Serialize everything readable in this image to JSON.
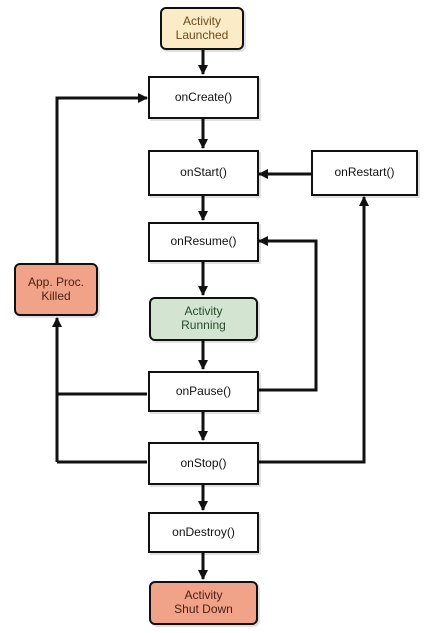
{
  "nodes": {
    "activity_launched": "Activity\nLaunched",
    "on_create": "onCreate()",
    "on_start": "onStart()",
    "on_restart": "onRestart()",
    "on_resume": "onResume()",
    "app_proc_killed": "App. Proc.\nKilled",
    "activity_running": "Activity\nRunning",
    "on_pause": "onPause()",
    "on_stop": "onStop()",
    "on_destroy": "onDestroy()",
    "activity_shut_down": "Activity\nShut Down"
  },
  "colors": {
    "launched_fill": "#fbebc7",
    "running_fill": "#d3e4d1",
    "killed_fill": "#f0a389",
    "shutdown_fill": "#f0a389",
    "line": "#111111"
  }
}
